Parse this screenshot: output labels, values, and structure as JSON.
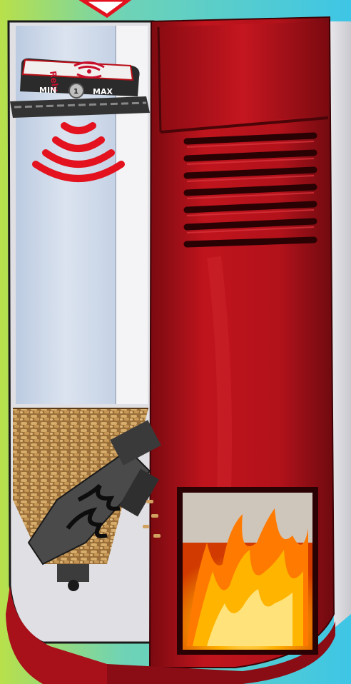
{
  "sensor": {
    "brand": "Rely",
    "min_label": "MIN",
    "max_label": "MAX",
    "dial_value": "1"
  },
  "colors": {
    "stove_red": "#b3121b",
    "stove_dark_red": "#6e0a0f",
    "signal_red": "#e3121e",
    "background_cyan": "#3ec6e6",
    "background_green": "#b8e04a",
    "hopper_panel": "#c7d4e6",
    "pellet": "#c59a5b",
    "flame": "#ff8a00"
  },
  "icons": [
    "wireless-signal-icon",
    "nfc-signal-icon",
    "flame-icon"
  ]
}
